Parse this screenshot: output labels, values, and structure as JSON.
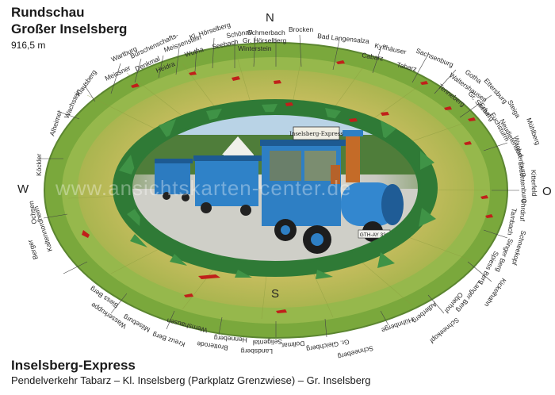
{
  "header": {
    "title_line1": "Rundschau",
    "title_line2": "Großer Inselsberg",
    "altitude": "916,5 m"
  },
  "compass": {
    "north": "N",
    "south": "S",
    "west": "W",
    "east": "O"
  },
  "train": {
    "sign": "Inselsberg-Express",
    "plate": "GTH-AY 331"
  },
  "places_outer_ring": [
    "Wartburg",
    "Meissner",
    "Burschenschafts-",
    "Denkmal",
    "Heidra",
    "Meissenstein",
    "Kl. Hörselberg",
    "Wutha",
    "Seebach",
    "Schönau",
    "Schmerbach",
    "Gr. Hörselberg",
    "Winterstein",
    "Brocken",
    "Bad Langensalza",
    "Kyffhäuser",
    "Cabarz",
    "Tabarz",
    "Sachsenburg",
    "Gotha",
    "Waltershausen",
    "Tenneberg",
    "Ettersburg",
    "Gr. Seeberg",
    "Erfurt",
    "Fuchsturm",
    "Neudietendorf",
    "Steiga",
    "Mühlberg",
    "Wachsenburg",
    "Leuchtenburg",
    "Kitterfeld",
    "Ohrdruf",
    "Tambach",
    "Schneekopf",
    "Singer Berg",
    "Spiess Berg",
    "Kickelhahn",
    "Langer Berg",
    "Oberhof",
    "Adlerberg",
    "Schneekopf",
    "Hühnberge",
    "Gr. Gleichberg",
    "Schneeberg",
    "Dollmar",
    "Seligental",
    "Landsberg",
    "Henneberg",
    "Brotterode",
    "Wernshausen",
    "Kreuz Berg",
    "Milseburg",
    "Wasserkuppe",
    "Biess Berg",
    "Berger",
    "Kaltennordheim",
    "Ochsen",
    "Köckler",
    "Alheimer",
    "Wachstein",
    "Klausberg"
  ],
  "watermark": "www.ansichtskarten-center.de",
  "footer": {
    "title": "Inselsberg-Express",
    "subtitle": "Pendelverkehr Tabarz – Kl. Inselsberg (Parkplatz Grenzwiese) – Gr. Inselsberg"
  },
  "colors": {
    "outer_band": "#7fae3e",
    "inner_field": "#d8c66b",
    "forest": "#2f7a36",
    "red_marks": "#c0201a",
    "train_blue": "#2e7fc4",
    "train_copper": "#c46b28"
  }
}
